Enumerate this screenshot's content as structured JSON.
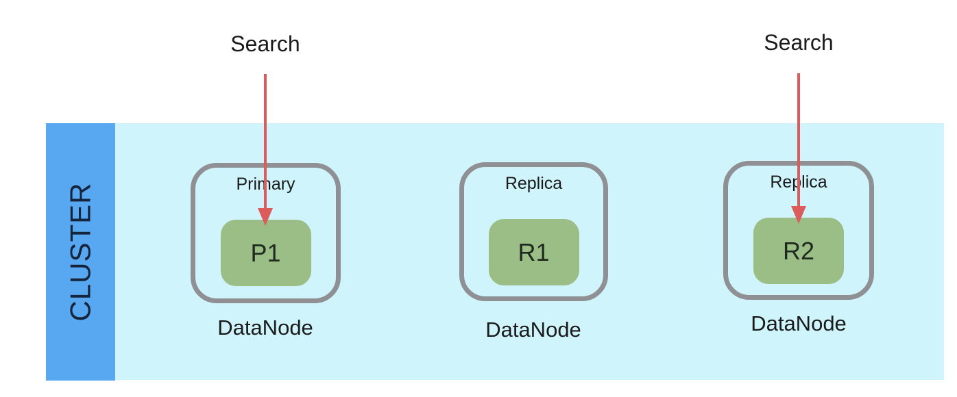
{
  "cluster": {
    "label": "CLUSTER",
    "nodes": [
      {
        "role": "Primary",
        "shard": "P1",
        "caption": "DataNode"
      },
      {
        "role": "Replica",
        "shard": "R1",
        "caption": "DataNode"
      },
      {
        "role": "Replica",
        "shard": "R2",
        "caption": "DataNode"
      }
    ]
  },
  "arrows": [
    {
      "label": "Search",
      "target": "P1"
    },
    {
      "label": "Search",
      "target": "R2"
    }
  ],
  "colors": {
    "cluster_bar": "#57a8f1",
    "cluster_band": "#cff4fb",
    "node_border": "#8e9093",
    "shard_green": "#9abe85",
    "arrow_red": "#dc5b5b",
    "text_dark": "#1a1a1a",
    "cluster_text": "#15233b"
  }
}
